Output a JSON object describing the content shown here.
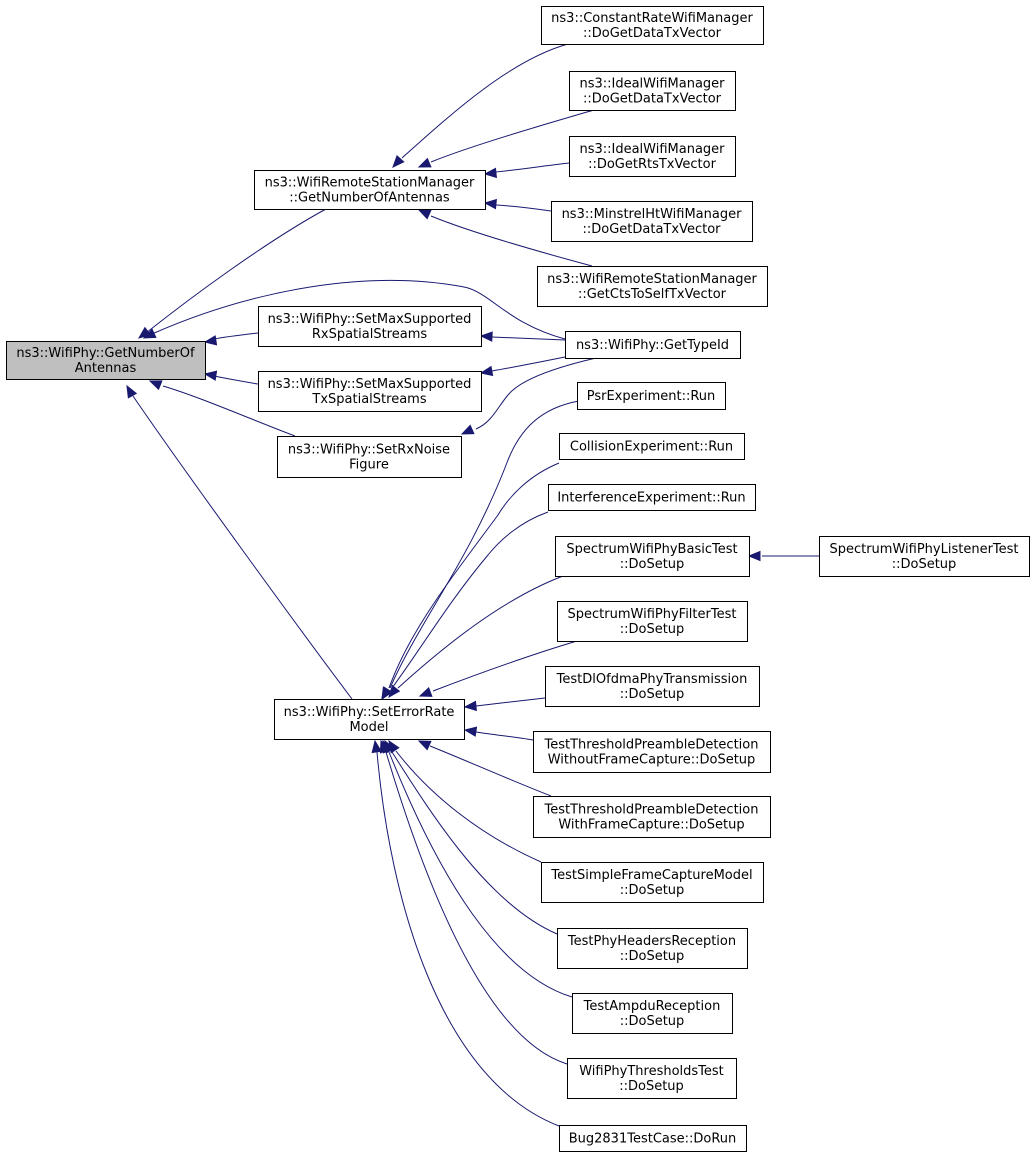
{
  "diagram": {
    "type": "doxygen-caller-graph",
    "colors": {
      "edge": "#191970",
      "node_border": "#000000",
      "focus_fill": "#bfbfbf",
      "node_fill": "#ffffff"
    },
    "nodes": [
      {
        "id": "getnumantennas",
        "focus": true,
        "lines": [
          "ns3::WifiPhy::GetNumberOf",
          "Antennas"
        ]
      },
      {
        "id": "rsm_getnumantennas",
        "lines": [
          "ns3::WifiRemoteStationManager",
          "::GetNumberOfAntennas"
        ]
      },
      {
        "id": "setmaxrx",
        "lines": [
          "ns3::WifiPhy::SetMaxSupported",
          "RxSpatialStreams"
        ]
      },
      {
        "id": "setmaxtx",
        "lines": [
          "ns3::WifiPhy::SetMaxSupported",
          "TxSpatialStreams"
        ]
      },
      {
        "id": "setrxnoise",
        "lines": [
          "ns3::WifiPhy::SetRxNoise",
          "Figure"
        ]
      },
      {
        "id": "seterrorrate",
        "lines": [
          "ns3::WifiPhy::SetErrorRate",
          "Model"
        ]
      },
      {
        "id": "constantrate",
        "lines": [
          "ns3::ConstantRateWifiManager",
          "::DoGetDataTxVector"
        ]
      },
      {
        "id": "ideal_data",
        "lines": [
          "ns3::IdealWifiManager",
          "::DoGetDataTxVector"
        ]
      },
      {
        "id": "ideal_rts",
        "lines": [
          "ns3::IdealWifiManager",
          "::DoGetRtsTxVector"
        ]
      },
      {
        "id": "minstrel",
        "lines": [
          "ns3::MinstrelHtWifiManager",
          "::DoGetDataTxVector"
        ]
      },
      {
        "id": "rsm_cts",
        "lines": [
          "ns3::WifiRemoteStationManager",
          "::GetCtsToSelfTxVector"
        ]
      },
      {
        "id": "gettypeid",
        "lines": [
          "ns3::WifiPhy::GetTypeId"
        ]
      },
      {
        "id": "psr",
        "lines": [
          "PsrExperiment::Run"
        ]
      },
      {
        "id": "collision",
        "lines": [
          "CollisionExperiment::Run"
        ]
      },
      {
        "id": "interference",
        "lines": [
          "InterferenceExperiment::Run"
        ]
      },
      {
        "id": "specbasic",
        "lines": [
          "SpectrumWifiPhyBasicTest",
          "::DoSetup"
        ]
      },
      {
        "id": "speclistener",
        "lines": [
          "SpectrumWifiPhyListenerTest",
          "::DoSetup"
        ]
      },
      {
        "id": "specfilter",
        "lines": [
          "SpectrumWifiPhyFilterTest",
          "::DoSetup"
        ]
      },
      {
        "id": "dlofdma",
        "lines": [
          "TestDlOfdmaPhyTransmission",
          "::DoSetup"
        ]
      },
      {
        "id": "thresh_without",
        "lines": [
          "TestThresholdPreambleDetection",
          "WithoutFrameCapture::DoSetup"
        ]
      },
      {
        "id": "thresh_with",
        "lines": [
          "TestThresholdPreambleDetection",
          "WithFrameCapture::DoSetup"
        ]
      },
      {
        "id": "simplecapture",
        "lines": [
          "TestSimpleFrameCaptureModel",
          "::DoSetup"
        ]
      },
      {
        "id": "phyheaders",
        "lines": [
          "TestPhyHeadersReception",
          "::DoSetup"
        ]
      },
      {
        "id": "ampdu",
        "lines": [
          "TestAmpduReception",
          "::DoSetup"
        ]
      },
      {
        "id": "thresholdstest",
        "lines": [
          "WifiPhyThresholdsTest",
          "::DoSetup"
        ]
      },
      {
        "id": "bug2831",
        "lines": [
          "Bug2831TestCase::DoRun"
        ]
      }
    ],
    "edges": [
      {
        "from": "rsm_getnumantennas",
        "to": "getnumantennas"
      },
      {
        "from": "gettypeid",
        "to": "getnumantennas"
      },
      {
        "from": "setmaxrx",
        "to": "getnumantennas"
      },
      {
        "from": "setmaxtx",
        "to": "getnumantennas"
      },
      {
        "from": "setrxnoise",
        "to": "getnumantennas"
      },
      {
        "from": "seterrorrate",
        "to": "getnumantennas"
      },
      {
        "from": "constantrate",
        "to": "rsm_getnumantennas"
      },
      {
        "from": "ideal_data",
        "to": "rsm_getnumantennas"
      },
      {
        "from": "ideal_rts",
        "to": "rsm_getnumantennas"
      },
      {
        "from": "minstrel",
        "to": "rsm_getnumantennas"
      },
      {
        "from": "rsm_cts",
        "to": "rsm_getnumantennas"
      },
      {
        "from": "gettypeid",
        "to": "setmaxrx"
      },
      {
        "from": "gettypeid",
        "to": "setmaxtx"
      },
      {
        "from": "gettypeid",
        "to": "setrxnoise"
      },
      {
        "from": "psr",
        "to": "seterrorrate"
      },
      {
        "from": "collision",
        "to": "seterrorrate"
      },
      {
        "from": "interference",
        "to": "seterrorrate"
      },
      {
        "from": "specbasic",
        "to": "seterrorrate"
      },
      {
        "from": "specfilter",
        "to": "seterrorrate"
      },
      {
        "from": "dlofdma",
        "to": "seterrorrate"
      },
      {
        "from": "thresh_without",
        "to": "seterrorrate"
      },
      {
        "from": "thresh_with",
        "to": "seterrorrate"
      },
      {
        "from": "simplecapture",
        "to": "seterrorrate"
      },
      {
        "from": "phyheaders",
        "to": "seterrorrate"
      },
      {
        "from": "ampdu",
        "to": "seterrorrate"
      },
      {
        "from": "thresholdstest",
        "to": "seterrorrate"
      },
      {
        "from": "bug2831",
        "to": "seterrorrate"
      },
      {
        "from": "speclistener",
        "to": "specbasic"
      }
    ]
  }
}
